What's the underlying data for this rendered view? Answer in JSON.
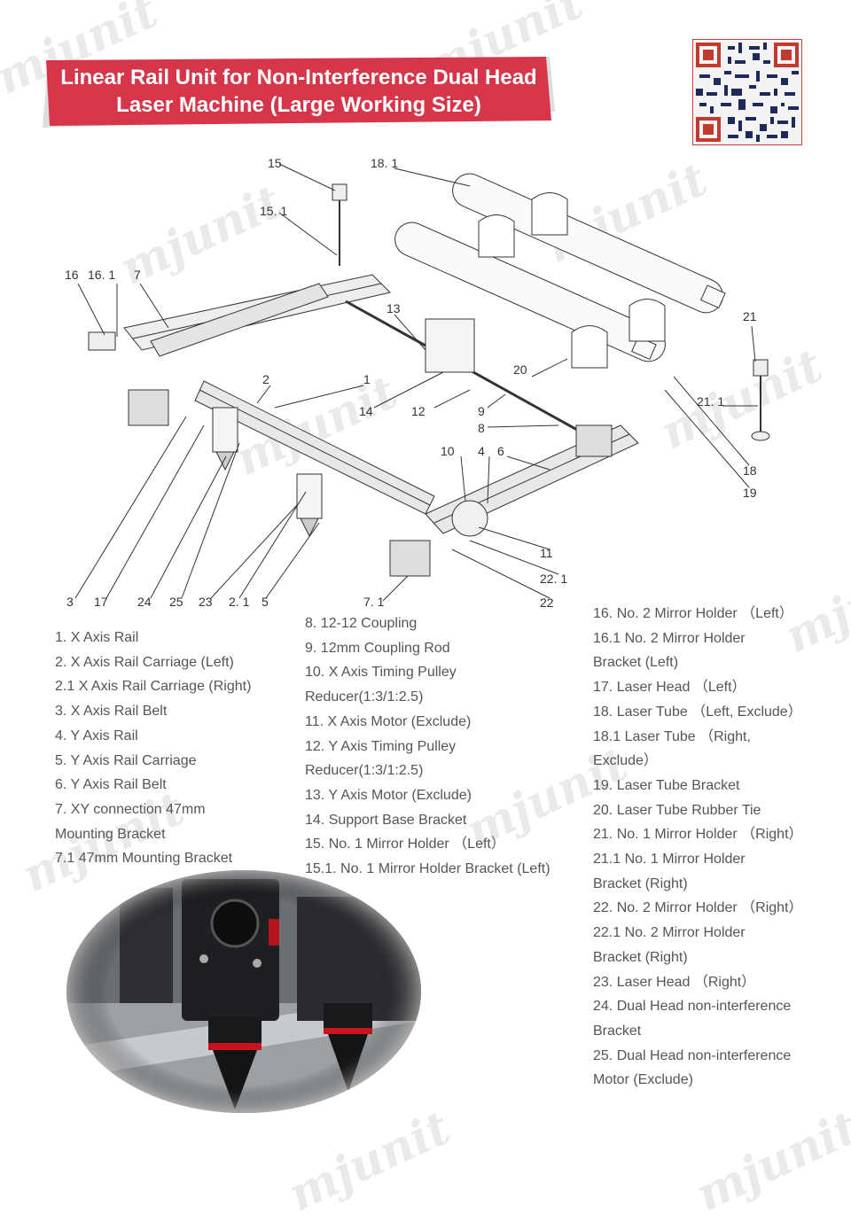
{
  "banner": {
    "title": "Linear Rail Unit for Non-Interference Dual Head\nLaser Machine (Large Working Size)",
    "color": "#d6364a"
  },
  "watermark_text": "mjunit",
  "callouts": {
    "c15": "15",
    "c18_1": "18. 1",
    "c15_1": "15. 1",
    "c16": "16",
    "c16_1": "16. 1",
    "c7": "7",
    "c13": "13",
    "c21": "21",
    "c20": "20",
    "c2": "2",
    "c1": "1",
    "c14": "14",
    "c12": "12",
    "c9": "9",
    "c8": "8",
    "c21_1": "21. 1",
    "c10": "10",
    "c4": "4",
    "c6": "6",
    "c18": "18",
    "c19": "19",
    "c11": "11",
    "c22_1": "22. 1",
    "c22": "22",
    "c7_1": "7. 1",
    "c3": "3",
    "c17": "17",
    "c24": "24",
    "c25": "25",
    "c23": "23",
    "c2_1": "2. 1",
    "c5": "5"
  },
  "parts_col1": [
    "1.    X Axis Rail",
    "2.    X Axis Rail Carriage (Left)",
    "2.1  X Axis Rail Carriage (Right)",
    "3.    X Axis Rail Belt",
    "4.    Y Axis Rail",
    "5.    Y Axis Rail Carriage",
    "6.    Y Axis Rail Belt",
    "7.    XY connection 47mm",
    "Mounting Bracket",
    "7.1  47mm Mounting Bracket"
  ],
  "parts_col2": [
    "8.    12-12 Coupling",
    "9.    12mm Coupling Rod",
    "10.  X Axis Timing Pulley",
    "Reducer(1:3/1:2.5)",
    "11.  X Axis Motor (Exclude)",
    "12.  Y Axis Timing Pulley",
    "Reducer(1:3/1:2.5)",
    "13.  Y Axis Motor (Exclude)",
    "14.  Support Base Bracket",
    "15. No. 1 Mirror Holder （Left）",
    "15.1. No. 1 Mirror Holder Bracket (Left)"
  ],
  "parts_col3": [
    "16. No. 2 Mirror Holder （Left）",
    "16.1 No. 2 Mirror Holder",
    "Bracket (Left)",
    "17. Laser Head （Left）",
    "18. Laser Tube （Left, Exclude）",
    "18.1 Laser Tube （Right,",
    "Exclude）",
    "19. Laser Tube Bracket",
    "20. Laser Tube Rubber Tie",
    "21. No. 1 Mirror Holder （Right）",
    "21.1 No. 1 Mirror Holder",
    "Bracket (Right)",
    "22. No. 2 Mirror Holder （Right）",
    "22.1 No. 2 Mirror Holder",
    "Bracket (Right)",
    "23. Laser Head （Right）",
    "24. Dual Head non-interference",
    "Bracket",
    "25. Dual Head non-interference",
    "Motor (Exclude)"
  ]
}
